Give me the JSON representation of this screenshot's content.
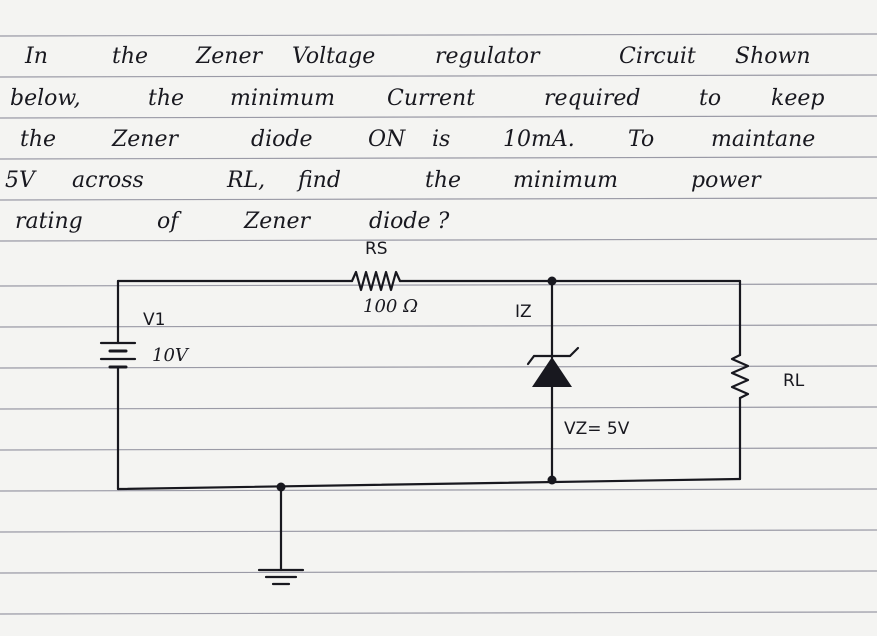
{
  "question": {
    "line1": [
      "In",
      "the",
      "Zener",
      "Voltage",
      "regulator",
      "Circuit",
      "Shown"
    ],
    "line2": [
      "below,",
      "the",
      "minimum",
      "Current",
      "required",
      "to",
      "keep"
    ],
    "line3": [
      "the",
      "Zener",
      "diode",
      "ON",
      "is",
      "10mA.",
      "To",
      "maintane"
    ],
    "line4": [
      "5V",
      "across",
      "RL,",
      "find",
      "the",
      "minimum",
      "power"
    ],
    "line5": [
      "rating",
      "of",
      "Zener",
      "diode ?"
    ]
  },
  "circuit": {
    "source_name": "V1",
    "source_value": "10V",
    "series_resistor_name": "RS",
    "series_resistor_value": "100 Ω",
    "zener_current_label": "IZ",
    "zener_voltage_label": "VZ= 5V",
    "load_resistor_name": "RL"
  },
  "colors": {
    "paper": "#f4f4f2",
    "rule": "#9a9aa6",
    "ink": "#18181f"
  }
}
